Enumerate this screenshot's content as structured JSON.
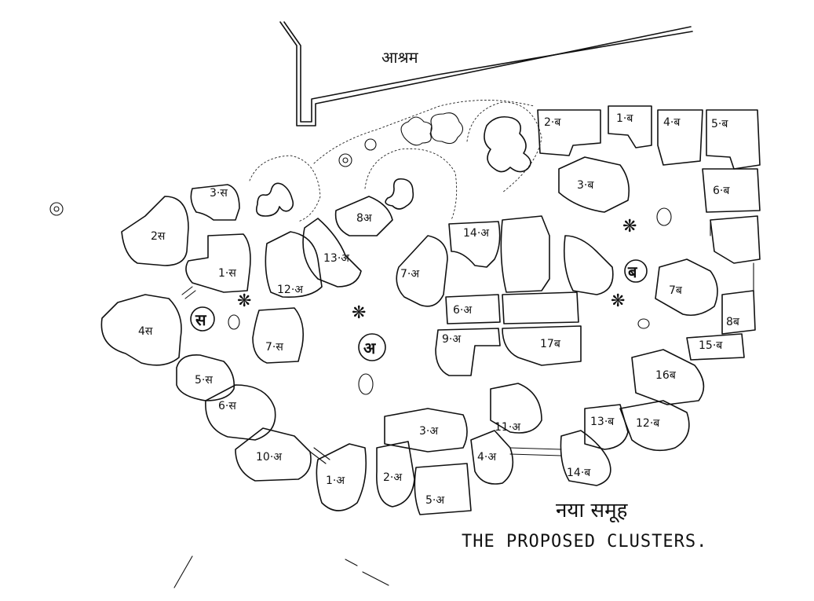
{
  "ashram_label": "आश्रम",
  "title_hindi": "नया समूह",
  "title_english": "THE PROPOSED CLUSTERS.",
  "zones": {
    "sa": "स",
    "a": "अ",
    "ba": "ब"
  },
  "units": {
    "s1": "1·स",
    "s2": "2स",
    "s3": "3·स",
    "s4": "4स",
    "s5": "5·स",
    "s6": "6·स",
    "s7": "7·स",
    "a1": "1·अ",
    "a2": "2·अ",
    "a3": "3·अ",
    "a4": "4·अ",
    "a5": "5·अ",
    "a6": "6·अ",
    "a7": "7·अ",
    "a8": "8अ",
    "a9": "9·अ",
    "a10": "10·अ",
    "a11": "11·अ",
    "a12": "12·अ",
    "a13": "13·अ",
    "a14": "14·अ",
    "b1": "1·ब",
    "b2": "2·ब",
    "b3": "3·ब",
    "b4": "4·ब",
    "b5": "5·ब",
    "b6": "6·ब",
    "b7": "7ब",
    "b8": "8ब",
    "b12": "12·ब",
    "b13": "13·ब",
    "b14": "14·ब",
    "b15": "15·ब",
    "b16": "16ब",
    "b17": "17ब"
  },
  "courtyard_mark": "❋"
}
